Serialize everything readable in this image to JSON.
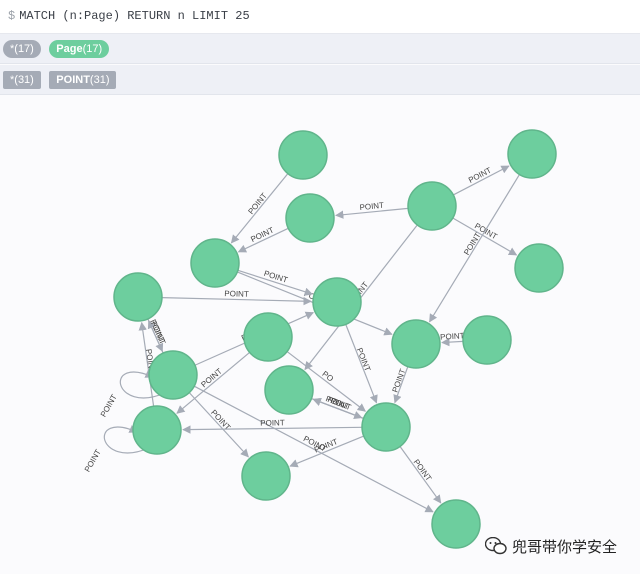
{
  "query": {
    "prompt": "$",
    "text": "MATCH (n:Page) RETURN n LIMIT 25"
  },
  "legend_labels": [
    {
      "name": "*",
      "count": "(17)"
    },
    {
      "name": "Page",
      "count": "(17)"
    }
  ],
  "legend_types": [
    {
      "name": "*",
      "count": "(31)"
    },
    {
      "name": "POINT",
      "count": "(31)"
    }
  ],
  "graph": {
    "node_color": "#6dce9e",
    "node_stroke": "#60b58b",
    "edge_color": "#a5abb6",
    "label_color": "#444444",
    "edges": [
      {
        "from": 0,
        "to": 3,
        "label": "POINT"
      },
      {
        "from": 5,
        "to": 1,
        "label": "POINT"
      },
      {
        "from": 5,
        "to": 2,
        "label": "POINT"
      },
      {
        "from": 5,
        "to": 6,
        "label": "POINT"
      },
      {
        "from": 5,
        "to": 12,
        "label": "POINT"
      },
      {
        "from": 2,
        "to": 3,
        "label": "POINT"
      },
      {
        "from": 1,
        "to": 10,
        "label": "POINT"
      },
      {
        "from": 14,
        "to": 12,
        "label": "POINT"
      },
      {
        "from": 13,
        "to": 8,
        "label": "POINT"
      },
      {
        "from": 4,
        "to": 14,
        "label": "POINT"
      },
      {
        "from": 11,
        "to": 8,
        "label": "POINT"
      },
      {
        "from": 9,
        "to": 10,
        "label": "POINT"
      },
      {
        "from": 8,
        "to": 11,
        "label": "POINT"
      },
      {
        "from": 8,
        "to": 4,
        "label": "POINT"
      },
      {
        "from": 3,
        "to": 10,
        "label": "POINT"
      },
      {
        "from": 10,
        "to": 15,
        "label": "POINT"
      },
      {
        "from": 11,
        "to": 16,
        "label": "POINT"
      },
      {
        "from": 11,
        "to": 18,
        "label": "POINT"
      },
      {
        "from": 15,
        "to": 14,
        "label": "POINT"
      },
      {
        "from": 15,
        "to": 13,
        "label": "POINT"
      },
      {
        "from": 15,
        "to": 16,
        "label": "POINT"
      },
      {
        "from": 15,
        "to": 18,
        "label": "POINT"
      },
      {
        "from": 15,
        "to": 12,
        "label": "PO..."
      },
      {
        "from": 12,
        "to": 14,
        "label": "POINT"
      },
      {
        "from": 7,
        "to": 13,
        "label": "POINT"
      },
      {
        "from": 7,
        "to": 14,
        "label": "PO"
      },
      {
        "from": 3,
        "to": 4,
        "label": "POINT"
      },
      {
        "from": 11,
        "to": 4,
        "label": "POINT"
      }
    ],
    "loops": [
      {
        "node": 11,
        "label": "POINT"
      },
      {
        "node": 13,
        "label": "POINT"
      }
    ]
  },
  "watermark": {
    "text": "兜哥带你学安全",
    "icon": "wechat-icon"
  }
}
